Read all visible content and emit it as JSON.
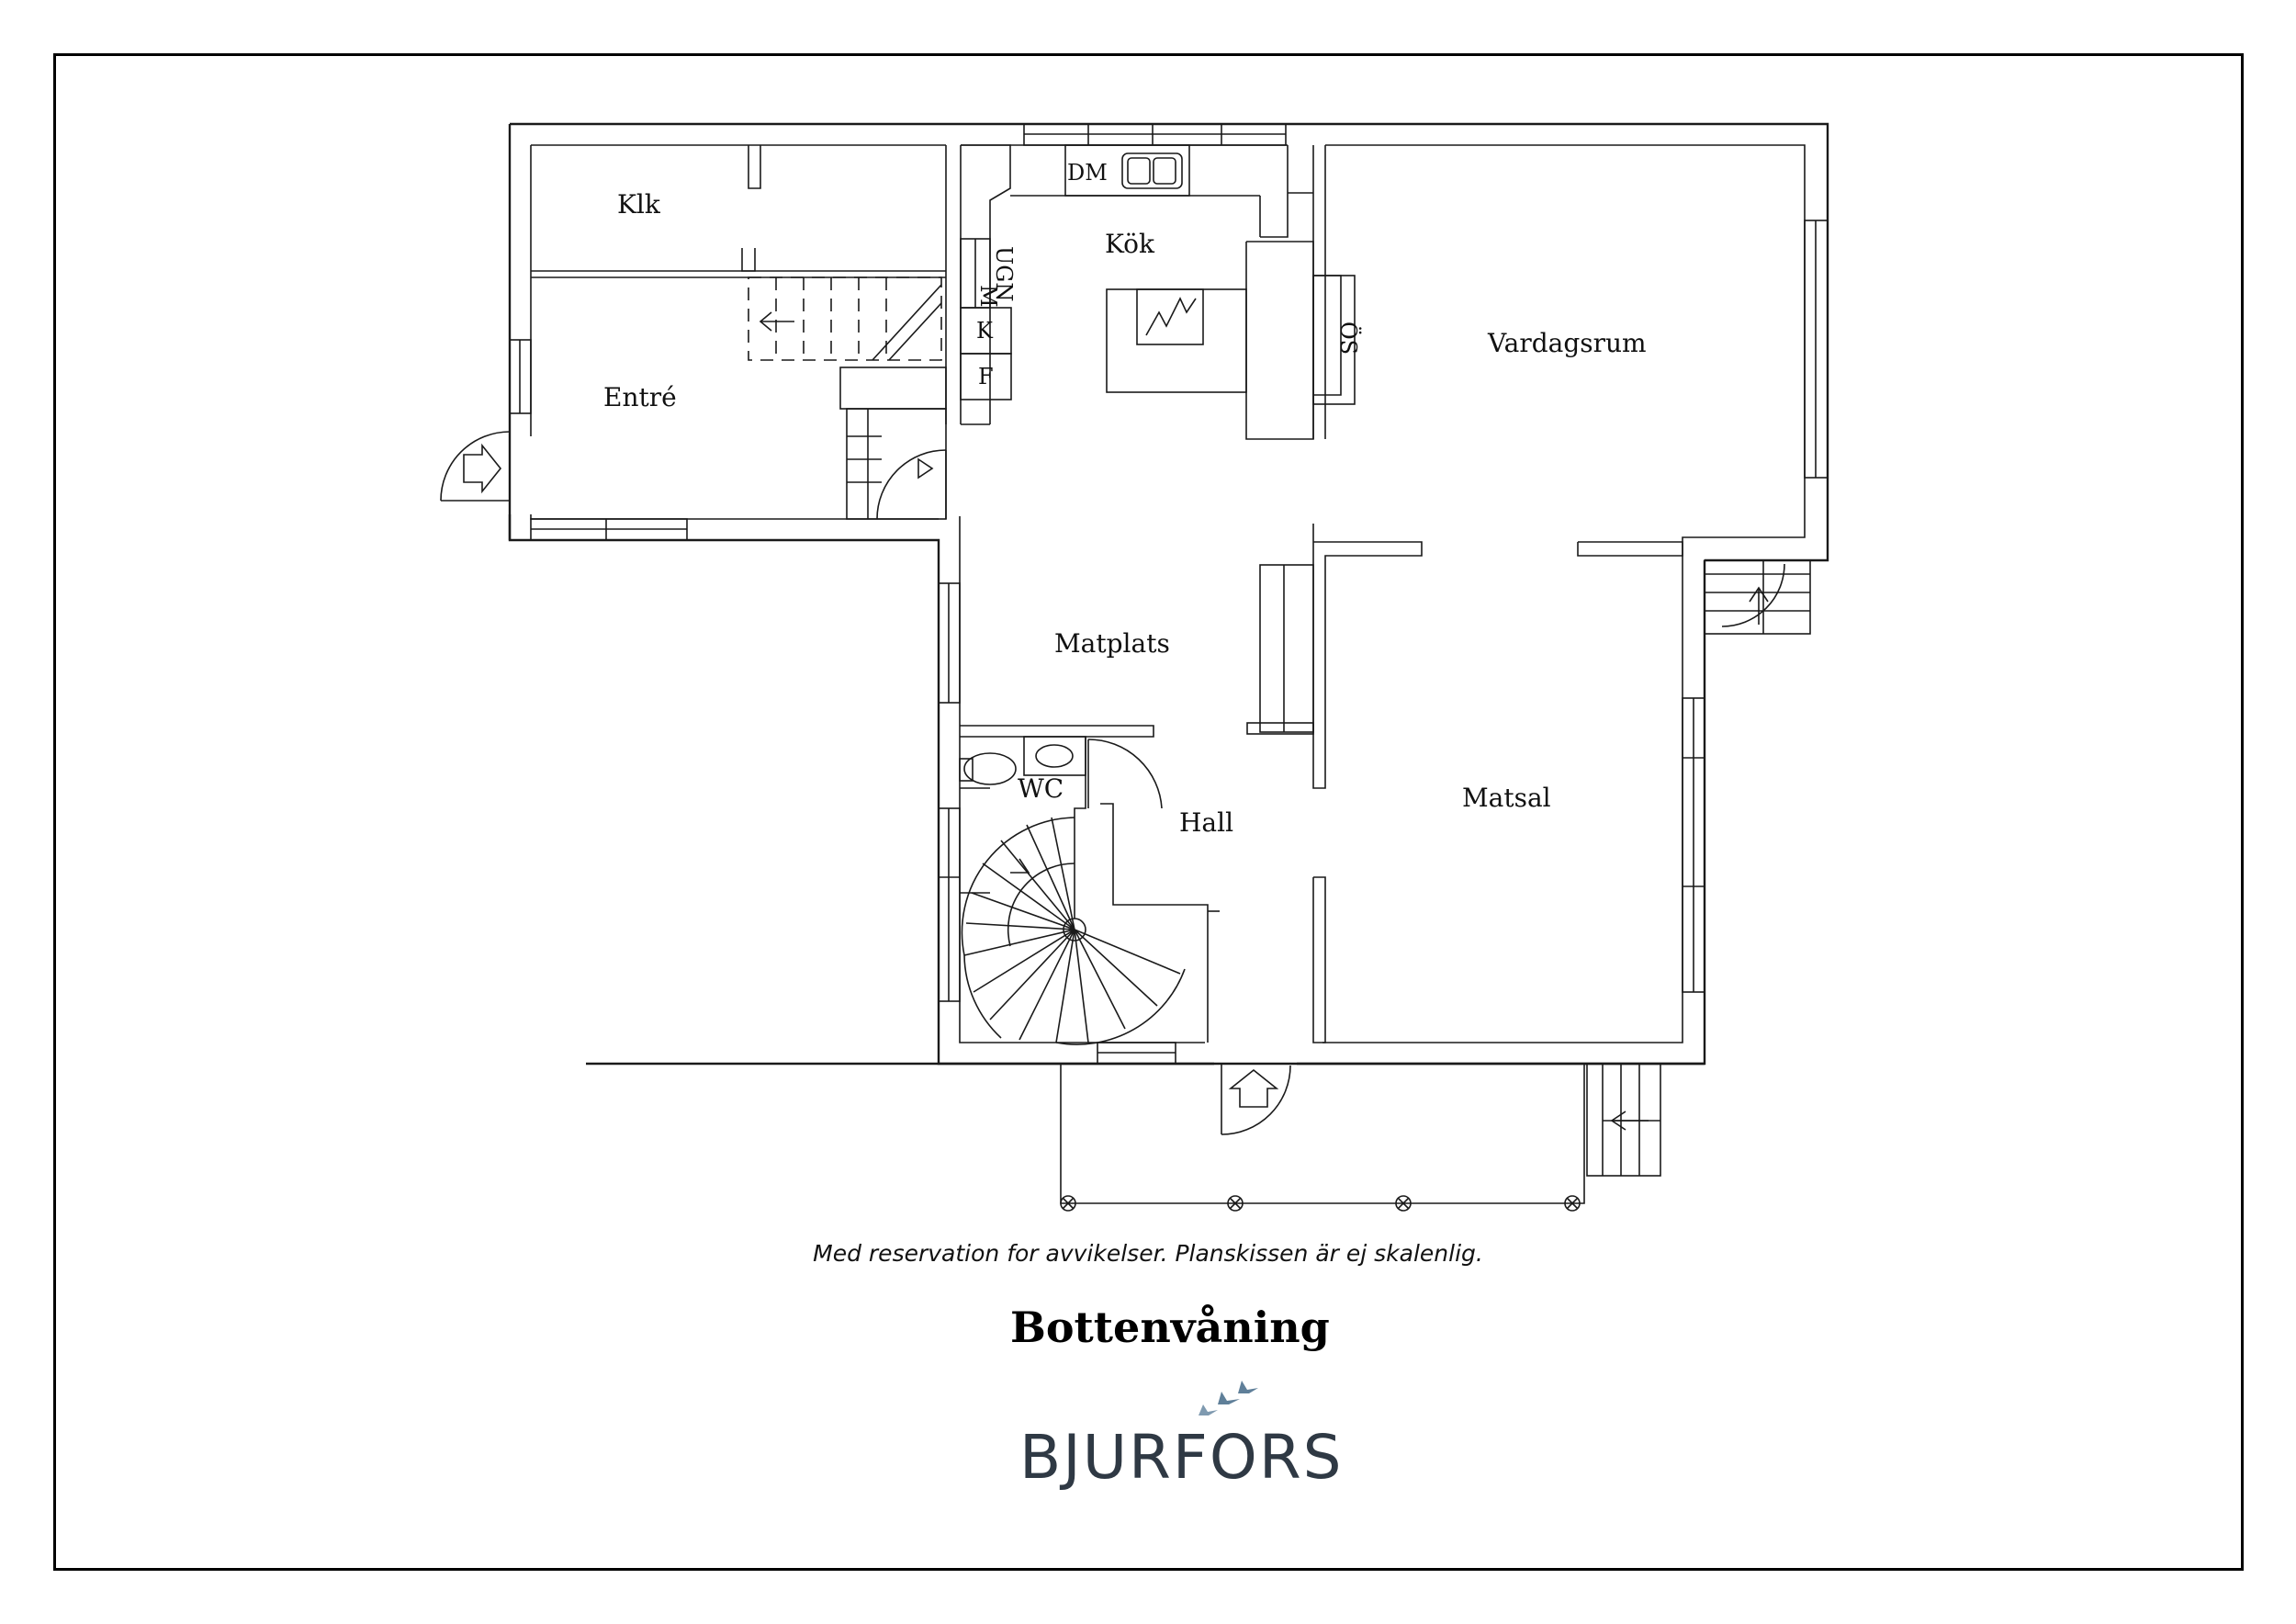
{
  "rooms": {
    "klk": "Klk",
    "entre": "Entré",
    "kok": "Kök",
    "vardagsrum": "Vardagsrum",
    "matplats": "Matplats",
    "wc": "WC",
    "hall": "Hall",
    "matsal": "Matsal"
  },
  "fixtures": {
    "dm": "DM",
    "m": "M",
    "ugn": "UGN",
    "k": "K",
    "f": "F",
    "os": "ÖS"
  },
  "disclaimer": "Med reservation for avvikelser. Planskissen är ej skalenlig.",
  "floor_title": "Bottenvåning",
  "brand": {
    "name": "BJURFORS",
    "icon": "birds-icon",
    "color": "#2f3944",
    "accent": "#5f7f99"
  }
}
